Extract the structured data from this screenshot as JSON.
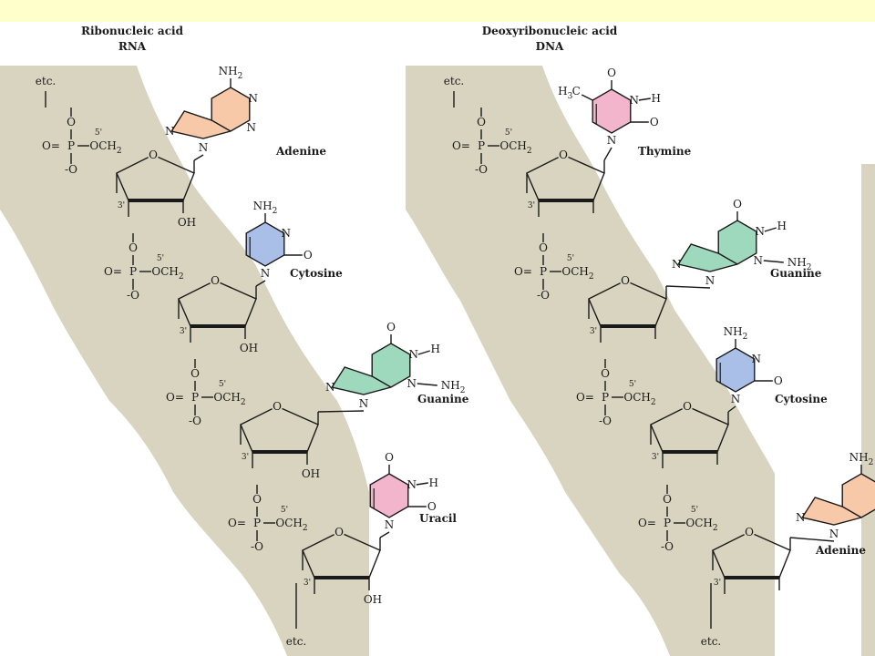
{
  "rna": {
    "title_line1": "Ribonucleic acid",
    "title_line2": "RNA",
    "etc_top": "etc.",
    "etc_bottom": "etc.",
    "bases": [
      "Adenine",
      "Cytosine",
      "Guanine",
      "Uracil"
    ],
    "five_prime": "5'",
    "three_prime": "3'",
    "oh": "OH",
    "och2": "OCH2",
    "p": "P",
    "o": "O",
    "neg_o": "-O",
    "eq_o": "O="
  },
  "dna": {
    "title_line1": "Deoxyribonucleic acid",
    "title_line2": "DNA",
    "etc_top": "etc.",
    "etc_bottom": "etc.",
    "bases": [
      "Thymine",
      "Guanine",
      "Cytosine",
      "Adenine"
    ]
  },
  "atoms": {
    "nh2": "NH2",
    "h3c": "H3C",
    "n": "N",
    "h": "H",
    "o": "O"
  },
  "colors": {
    "background_band": "#d8d4c0",
    "adenine": "#f7c9a8",
    "cytosine": "#a9bfe8",
    "guanine": "#9ed9bd",
    "uracil_thymine": "#f3b5cc",
    "top_bar": "#ffffcc"
  }
}
